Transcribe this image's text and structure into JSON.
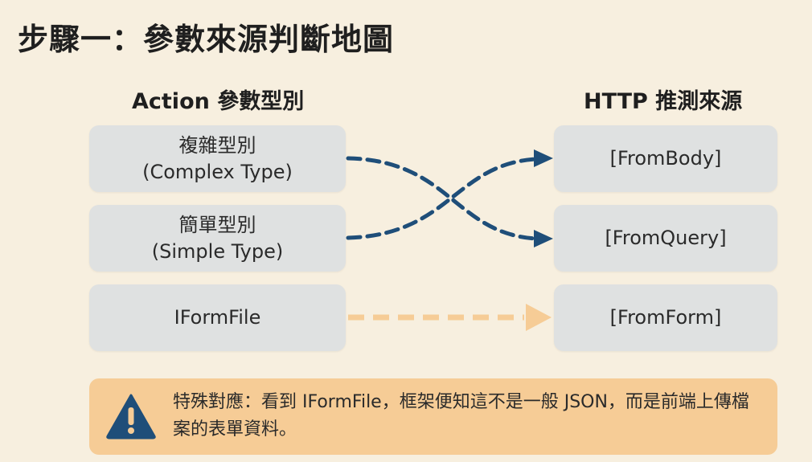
{
  "title": "步驟一：參數來源判斷地圖",
  "headers": {
    "left": "Action 參數型別",
    "right": "HTTP 推測來源"
  },
  "left_boxes": [
    {
      "line1": "複雜型別",
      "line2": "(Complex Type)"
    },
    {
      "line1": "簡單型別",
      "line2": "(Simple Type)"
    },
    {
      "line1": "IFormFile",
      "line2": ""
    }
  ],
  "right_boxes": [
    {
      "label": "[FromBody]"
    },
    {
      "label": "[FromQuery]"
    },
    {
      "label": "[FromForm]"
    }
  ],
  "note": {
    "icon": "warning-triangle-icon",
    "text": "特殊對應：看到 IFormFile，框架便知這不是一般 JSON，而是前端上傳檔案的表單資料。"
  },
  "colors": {
    "background": "#f7efdf",
    "box": "#dfe1e1",
    "arrow_dark": "#1f4e79",
    "arrow_light": "#f6cc96",
    "note_bg": "#f6cc96"
  }
}
